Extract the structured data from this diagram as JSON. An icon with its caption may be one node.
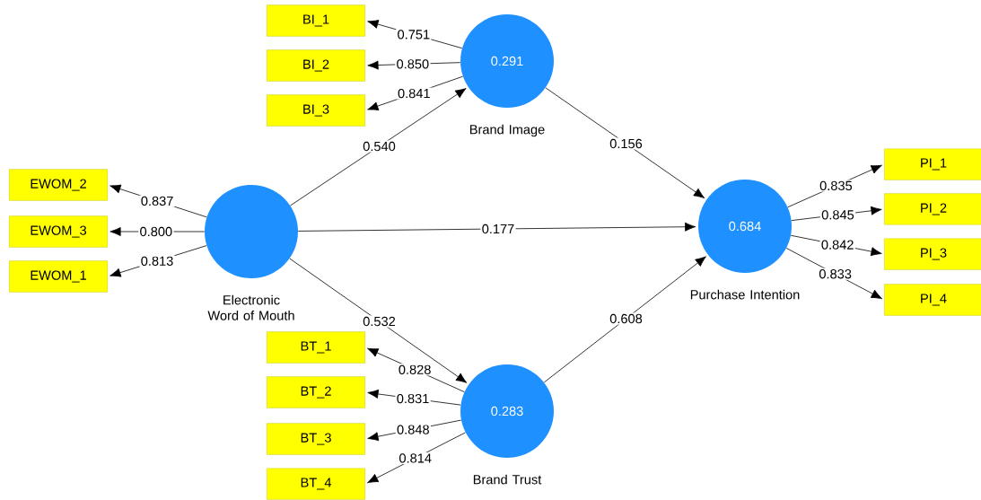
{
  "diagram": {
    "nodes": [
      {
        "text": [
          "BI_1"
        ]
      },
      {
        "text": [
          "BI_2"
        ]
      },
      {
        "text": [
          "BI_3"
        ]
      },
      {
        "text": [
          "0.291"
        ],
        "beside": [
          "Brand Image"
        ]
      },
      {
        "text": [
          "EWOM_2"
        ]
      },
      {
        "text": [
          "EWOM_3"
        ]
      },
      {
        "text": [
          "EWOM_1"
        ]
      },
      {
        "text": [],
        "shape": "circle",
        "beside": [
          "Electronic Word of Mouth"
        ]
      },
      {
        "text": [
          "0.684"
        ],
        "beside": [
          "Purchase Intention"
        ]
      },
      {
        "text": [
          "PI_1"
        ]
      },
      {
        "text": [
          "PI_2"
        ]
      },
      {
        "text": [
          "PI_3"
        ]
      },
      {
        "text": [
          "PI_4"
        ]
      },
      {
        "text": [
          "BT_1"
        ]
      },
      {
        "text": [
          "BT_2"
        ]
      },
      {
        "text": [
          "BT_3"
        ]
      },
      {
        "text": [
          "BT_4"
        ]
      },
      {
        "text": [
          "0.283"
        ],
        "beside": [
          "Brand Trust"
        ]
      }
    ],
    "edges": [
      {
        "from": 3,
        "to": 0,
        "arrow": "to",
        "label": "0.751"
      },
      {
        "from": 3,
        "to": 1,
        "arrow": "to",
        "label": "0.850"
      },
      {
        "from": 3,
        "to": 2,
        "arrow": "to",
        "label": "0.841"
      },
      {
        "from": 7,
        "to": 4,
        "arrow": "to",
        "label": "0.837"
      },
      {
        "from": 7,
        "to": 5,
        "arrow": "to",
        "label": "0.800"
      },
      {
        "from": 7,
        "to": 6,
        "arrow": "to",
        "label": "0.813"
      },
      {
        "from": 7,
        "to": 3,
        "arrow": "to",
        "label": "0.540"
      },
      {
        "from": 7,
        "to": 8,
        "arrow": "to",
        "label": "0.177"
      },
      {
        "from": 7,
        "to": 17,
        "arrow": "to",
        "label": "0.532"
      },
      {
        "from": 3,
        "to": 8,
        "arrow": "to",
        "label": "0.156"
      },
      {
        "from": 17,
        "to": 8,
        "arrow": "to",
        "label": "0.608"
      },
      {
        "from": 8,
        "to": 9,
        "arrow": "to",
        "label": "0.835"
      },
      {
        "from": 8,
        "to": 10,
        "arrow": "to",
        "label": "0.845"
      },
      {
        "from": 8,
        "to": 11,
        "arrow": "to",
        "label": "0.842"
      },
      {
        "from": 8,
        "to": 12,
        "arrow": "to",
        "label": "0.833"
      },
      {
        "from": 17,
        "to": 13,
        "arrow": "to",
        "label": "0.828"
      },
      {
        "from": 17,
        "to": 14,
        "arrow": "to",
        "label": "0.831"
      },
      {
        "from": 17,
        "to": 15,
        "arrow": "to",
        "label": "0.848"
      },
      {
        "from": 17,
        "to": 16,
        "arrow": "to",
        "label": "0.814"
      }
    ]
  }
}
